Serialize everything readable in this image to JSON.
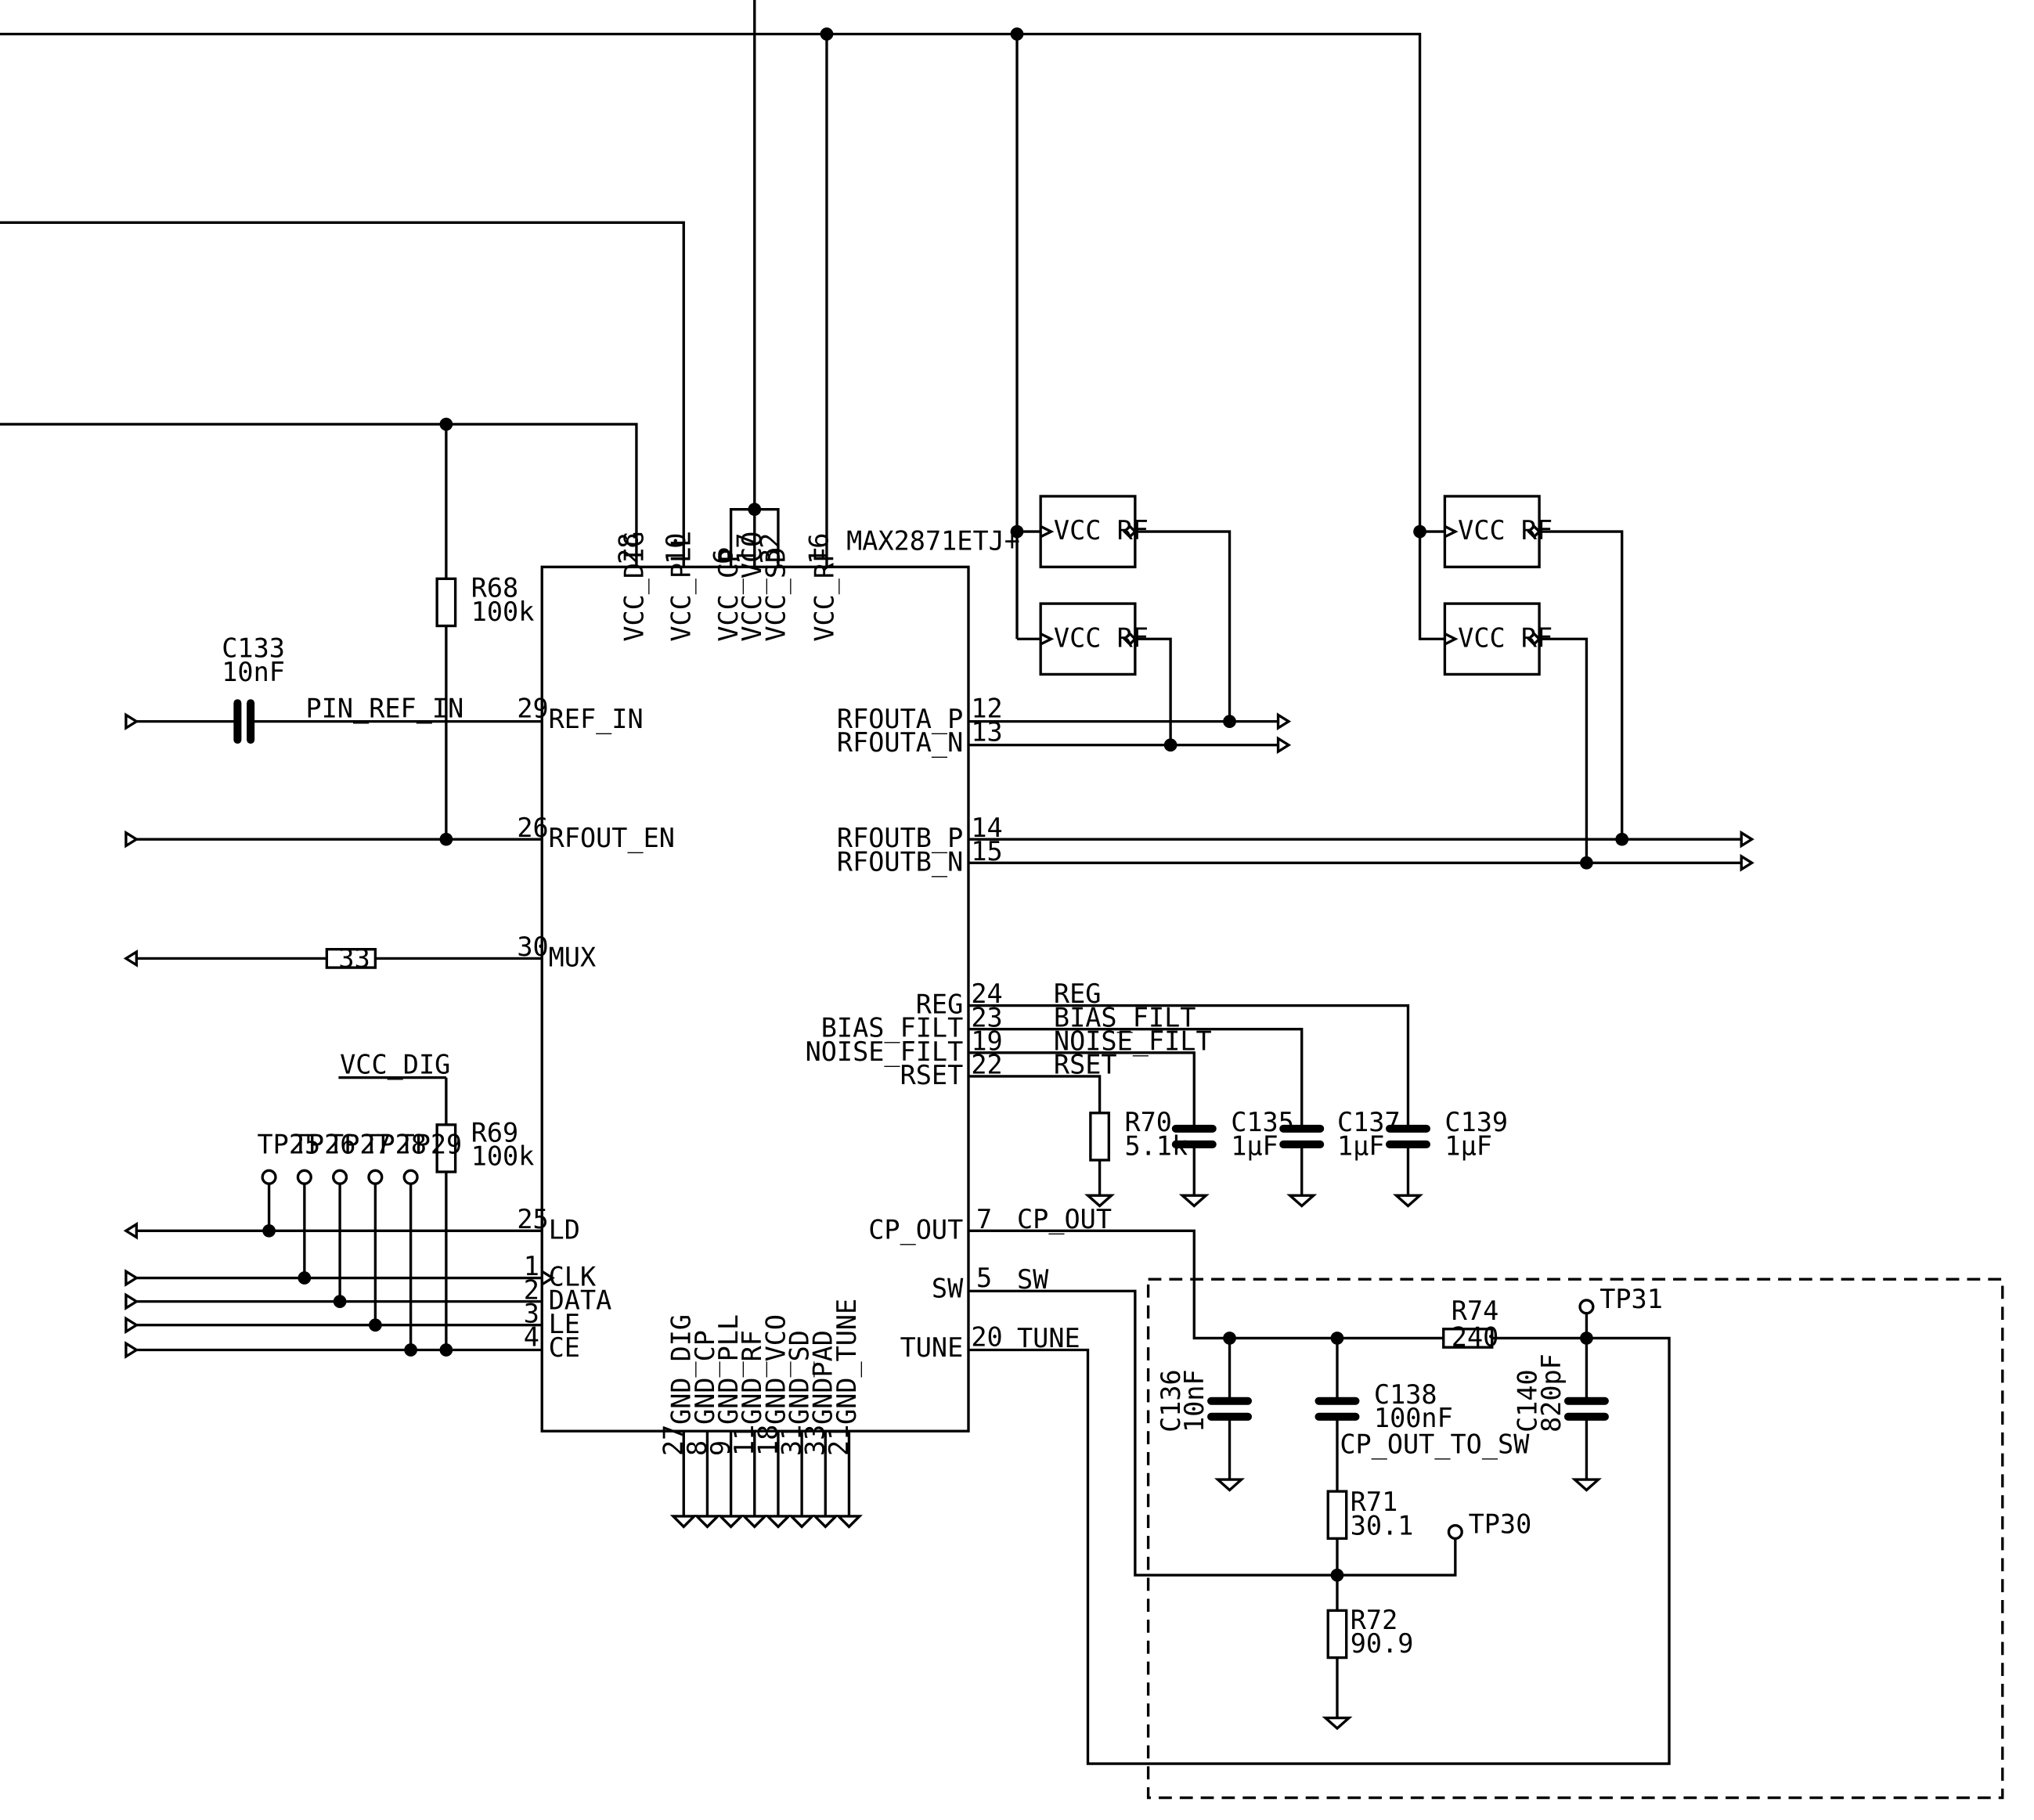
{
  "ic": {
    "part": "MAX2871ETJ+",
    "pins_top": [
      {
        "num": "28",
        "name": "VCC_DIG"
      },
      {
        "num": "10",
        "name": "VCC_PLL"
      },
      {
        "num": "6",
        "name": "VCC_CP"
      },
      {
        "num": "17",
        "name": "VCC_VCO"
      },
      {
        "num": "32",
        "name": "VCC_SD"
      },
      {
        "num": "16",
        "name": "VCC_RF"
      }
    ],
    "pins_left": [
      {
        "num": "29",
        "name": "REF_IN"
      },
      {
        "num": "26",
        "name": "RFOUT_EN"
      },
      {
        "num": "30",
        "name": "MUX"
      },
      {
        "num": "25",
        "name": "LD"
      },
      {
        "num": "1",
        "name": "CLK"
      },
      {
        "num": "2",
        "name": "DATA"
      },
      {
        "num": "3",
        "name": "LE"
      },
      {
        "num": "4",
        "name": "CE"
      }
    ],
    "pins_right": [
      {
        "num": "12",
        "name": "RFOUTA_P"
      },
      {
        "num": "13",
        "name": "RFOUTA_N"
      },
      {
        "num": "14",
        "name": "RFOUTB_P"
      },
      {
        "num": "15",
        "name": "RFOUTB_N"
      },
      {
        "num": "24",
        "name": "REG"
      },
      {
        "num": "23",
        "name": "BIAS_FILT"
      },
      {
        "num": "19",
        "name": "NOISE_FILT"
      },
      {
        "num": "22",
        "name": "RSET"
      },
      {
        "num": "7",
        "name": "CP_OUT"
      },
      {
        "num": "5",
        "name": "SW"
      },
      {
        "num": "20",
        "name": "TUNE"
      }
    ],
    "pins_bottom": [
      {
        "num": "27",
        "name": "GND_DIG"
      },
      {
        "num": "8",
        "name": "GND_CP"
      },
      {
        "num": "9",
        "name": "GND_PLL"
      },
      {
        "num": "11",
        "name": "GND_RF"
      },
      {
        "num": "18",
        "name": "GND_VCO"
      },
      {
        "num": "31",
        "name": "GND_SD"
      },
      {
        "num": "33",
        "name": "GNDPAD"
      },
      {
        "num": "21",
        "name": "GND_TUNE"
      }
    ]
  },
  "net_labels": {
    "pin_ref_in": "PIN_REF_IN",
    "vcc_dig": "VCC_DIG",
    "reg": "REG",
    "bias_filt": "BIAS_FILT",
    "noise_filt": "NOISE_FILT",
    "rset": "RSET",
    "cp_out": "CP_OUT",
    "sw": "SW",
    "tune": "TUNE",
    "cp_out_to_sw": "CP_OUT_TO_SW"
  },
  "components": {
    "C133": {
      "ref": "C133",
      "value": "10nF"
    },
    "R68": {
      "ref": "R68",
      "value": "100k"
    },
    "R69": {
      "ref": "R69",
      "value": "100k"
    },
    "R_mux": {
      "value": "33"
    },
    "R70": {
      "ref": "R70",
      "value": "5.1k"
    },
    "C135": {
      "ref": "C135",
      "value": "1µF"
    },
    "C137": {
      "ref": "C137",
      "value": "1µF"
    },
    "C139": {
      "ref": "C139",
      "value": "1µF"
    },
    "C136": {
      "ref": "C136",
      "value": "10nF"
    },
    "C138": {
      "ref": "C138",
      "value": "100nF"
    },
    "C140": {
      "ref": "C140",
      "value": "820pF"
    },
    "R71": {
      "ref": "R71",
      "value": "30.1"
    },
    "R72": {
      "ref": "R72",
      "value": "90.9"
    },
    "R74": {
      "ref": "R74",
      "value": "240"
    }
  },
  "test_points": {
    "left": [
      "TP25",
      "TP26",
      "TP27",
      "TP28",
      "TP29"
    ],
    "tp30": "TP30",
    "tp31": "TP31"
  },
  "pullups": [
    {
      "label": "VCC RF"
    },
    {
      "label": "VCC RF"
    },
    {
      "label": "VCC RF"
    },
    {
      "label": "VCC RF"
    }
  ]
}
